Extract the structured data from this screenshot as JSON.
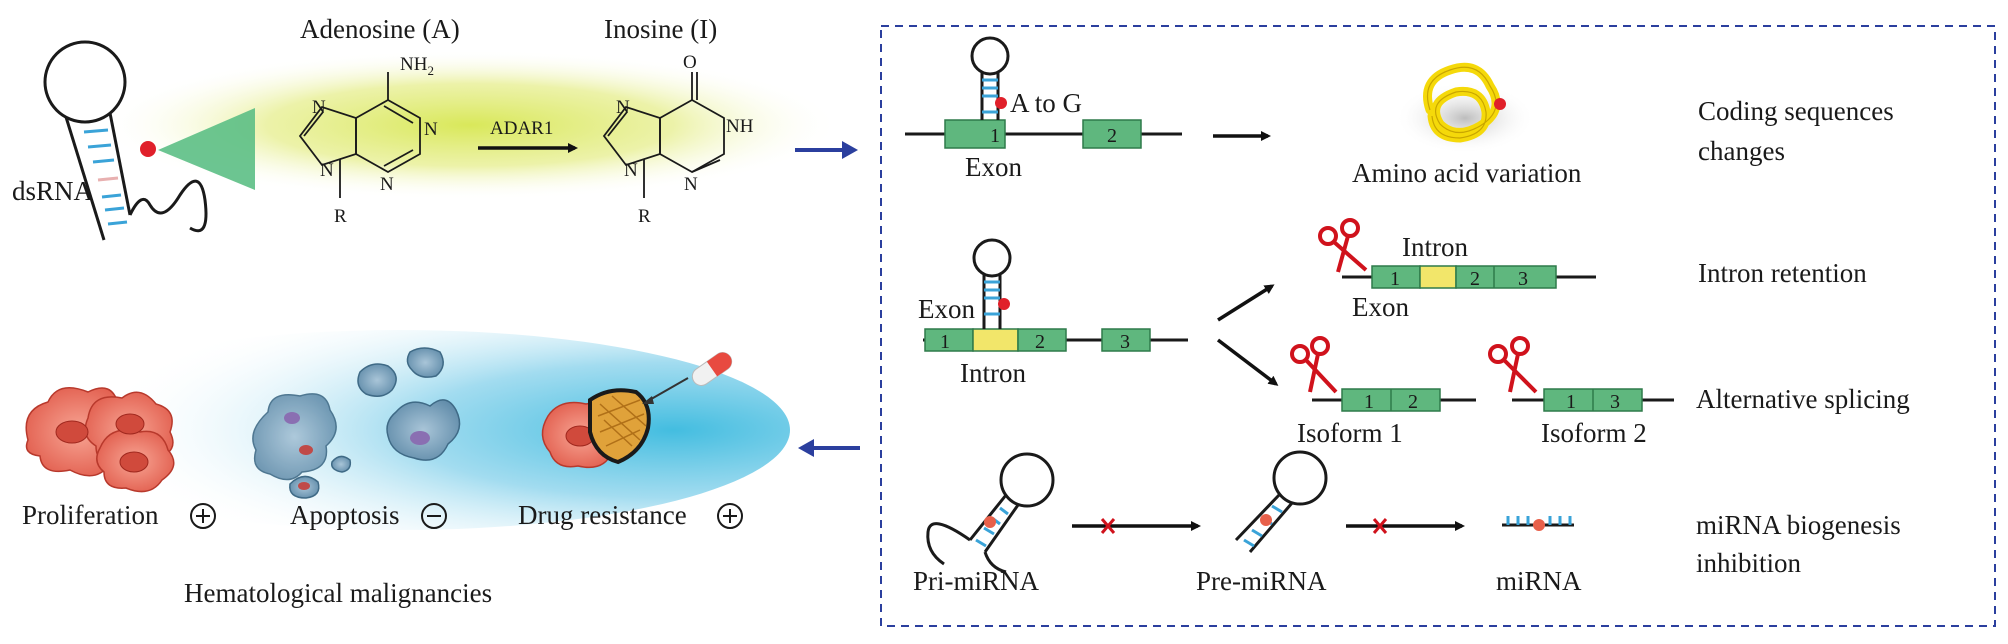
{
  "left_top": {
    "dsrna_label": "dsRNA",
    "adenosine_label": "Adenosine (A)",
    "inosine_label": "Inosine (I)",
    "enzyme_label": "ADAR1",
    "atoms": {
      "nh2": "NH",
      "nh2_sub": "2",
      "o": "O",
      "nh": "NH",
      "n": "N",
      "r": "R"
    }
  },
  "left_bottom": {
    "proliferation_label": "Proliferation",
    "apoptosis_label": "Apoptosis",
    "drug_resistance_label": "Drug resistance",
    "footer_label": "Hematological malignancies",
    "plus_symbol": "+",
    "minus_symbol": "−"
  },
  "right_panel": {
    "row1": {
      "edit_label": "A to G",
      "exon_label": "Exon",
      "exon_numbers": [
        "1",
        "2"
      ],
      "result_label": "Amino acid variation",
      "effect_label_line1": "Coding sequences",
      "effect_label_line2": "changes"
    },
    "row2": {
      "exon_label": "Exon",
      "intron_label": "Intron",
      "exon_numbers": [
        "1",
        "2",
        "3"
      ],
      "retention_intron_label": "Intron",
      "retention_exon_label": "Exon",
      "retention_numbers": [
        "1",
        "2",
        "3"
      ],
      "retention_effect": "Intron retention"
    },
    "row3": {
      "isoform1_label": "Isoform 1",
      "isoform1_numbers": [
        "1",
        "2"
      ],
      "isoform2_label": "Isoform 2",
      "isoform2_numbers": [
        "1",
        "3"
      ],
      "effect_label": "Alternative splicing"
    },
    "row4": {
      "pri_label": "Pri-miRNA",
      "pre_label": "Pre-miRNA",
      "mirna_label": "miRNA",
      "effect_line1": "miRNA biogenesis",
      "effect_line2": "inhibition",
      "block_symbol": "×"
    }
  },
  "colors": {
    "exon_green": "#5fb77e",
    "intron_yellow": "#f2e66a",
    "rung_blue": "#3aa3d8",
    "edit_red": "#e0202a",
    "panel_border": "#2b3f9e",
    "scissors_red": "#d0121c",
    "protein_yellow": "#f5d90a",
    "cell_red": "#e8685c"
  },
  "icons": [
    "scissors-icon",
    "protein-knot-icon",
    "cancer-cell-icon",
    "apoptotic-cell-icon",
    "shield-icon",
    "drug-capsule-icon",
    "plus-circle-icon",
    "minus-circle-icon"
  ]
}
